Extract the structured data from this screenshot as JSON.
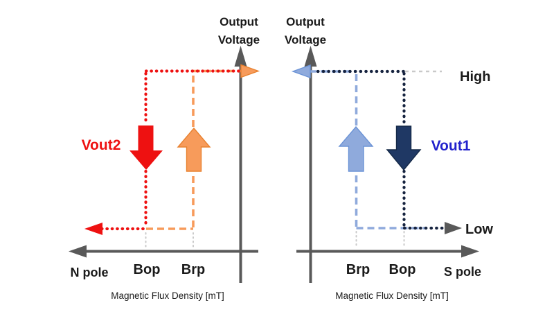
{
  "colors": {
    "red": "#EE1111",
    "orange": "#F79B5B",
    "orange_dark": "#E8812F",
    "light_blue": "#8FAADC",
    "light_blue_dark": "#6B93D6",
    "navy": "#1F3864",
    "navy_edge": "#142947",
    "navy_line": "#16233F",
    "blue_text": "#2222CC",
    "axis_gray": "#595959",
    "faint_gray": "#C9C9C9",
    "text_black": "#1A1A1A"
  },
  "left_chart": {
    "y_axis_label_line1": "Output",
    "y_axis_label_line2": "Voltage",
    "curve_label": "Vout2",
    "pole_label": "N pole",
    "threshold_labels": {
      "bop": "Bop",
      "brp": "Brp"
    },
    "x_axis_caption": "Magnetic Flux Density [mT]"
  },
  "right_chart": {
    "y_axis_label_line1": "Output",
    "y_axis_label_line2": "Voltage",
    "curve_label": "Vout1",
    "pole_label": "S pole",
    "threshold_labels": {
      "brp": "Brp",
      "bop": "Bop"
    },
    "level_labels": {
      "high": "High",
      "low": "Low"
    },
    "x_axis_caption": "Magnetic Flux Density [mT]"
  },
  "chart_data": [
    {
      "type": "line",
      "panel": "left",
      "xlabel": "Magnetic Flux Density [mT]",
      "x_direction_label": "N pole",
      "ylabel": "Output Voltage",
      "thresholds": [
        "Bop",
        "Brp"
      ],
      "series": [
        {
          "name": "Vout2 falling path (red dotted)",
          "path": "high level until Bop, steps down to low level, continues toward N pole"
        },
        {
          "name": "Vout2 rising path (orange dashed)",
          "path": "low level until Brp, steps up to high level, continues toward axis"
        }
      ]
    },
    {
      "type": "line",
      "panel": "right",
      "xlabel": "Magnetic Flux Density [mT]",
      "x_direction_label": "S pole",
      "ylabel": "Output Voltage",
      "thresholds": [
        "Brp",
        "Bop"
      ],
      "levels": [
        "High",
        "Low"
      ],
      "series": [
        {
          "name": "Vout1 falling path (navy dotted)",
          "path": "High level until Bop, steps down to Low level, continues toward S pole"
        },
        {
          "name": "Vout1 rising path (light blue dashed)",
          "path": "Low level until Brp, steps up to High level, continues toward axis"
        }
      ]
    }
  ]
}
